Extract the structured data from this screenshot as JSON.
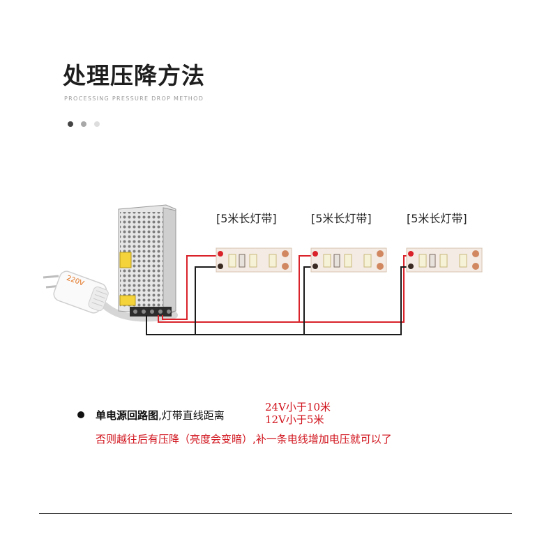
{
  "header": {
    "title": "处理压降方法",
    "subtitle": "PROCESSING PRESSURE DROP METHOD"
  },
  "pager": {
    "dots": [
      "#444444",
      "#a8a8a8",
      "#dddddd"
    ]
  },
  "diagram": {
    "plug_label": "220V",
    "strips": [
      {
        "label": "[5米长灯带]"
      },
      {
        "label": "[5米长灯带]"
      },
      {
        "label": "[5米长灯带]"
      }
    ],
    "wire_colors": {
      "positive": "#d9222a",
      "negative": "#1a1a1a"
    }
  },
  "caption": {
    "bold": "单电源回路图",
    "rest": ",灯带直线距离",
    "spec_24v": "24V小于10米",
    "spec_12v": "12V小于5米",
    "note": "否则越往后有压降（亮度会变暗）,补一条电线增加电压就可以了"
  }
}
